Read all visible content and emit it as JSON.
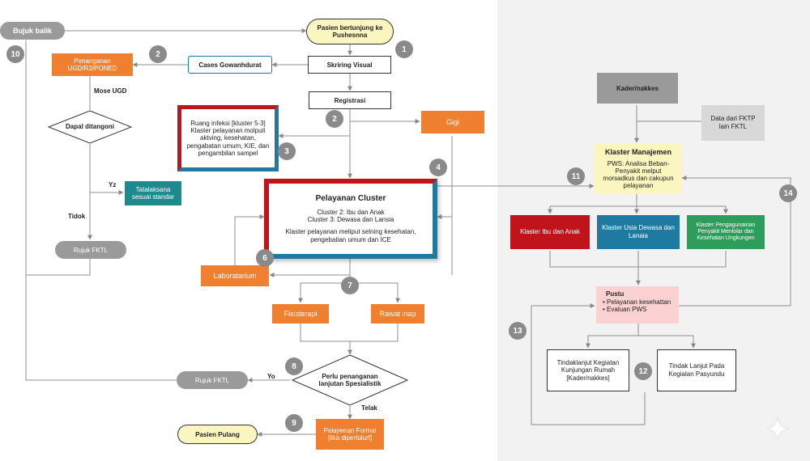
{
  "nodes": {
    "bujuk_balik": "Bujuk balik",
    "pasien_berkunjung": "Pasien bertunjung ke Pushesnna",
    "skrining_visual": "Skriring Visual",
    "cases_gawat": "Cases Gowanhdurat",
    "penanganan_ugd": "Penanganan UGD/R2/PONED",
    "registrasi": "Registrasi",
    "gigi": "Gigi",
    "ruang_infeksi": "Ruang infeksi [kluster 5-3] Klaster pelayanan molpuit aktving, kesehatan, pengabatan umum, KIE, dan pengambilan sampel",
    "dapat_ditangani": "Dapal ditangoni",
    "tatalaksana": "Tatalaksana sesuai standar",
    "rujuk_fktl_1": "Rujuk FKTL",
    "pelayanan_cluster_title": "Pelayanan Cluster",
    "pelayanan_cluster_l1": "Cluster 2: Ibu dan Anak",
    "pelayanan_cluster_l2": "Cluster 3: Dewasa dan Lansia",
    "pelayanan_cluster_l3": "Klaster pelayanan meliput selning kesehatan, pengebatian umum dan ICE",
    "laboratorium": "Laboratarium",
    "fisioterapi": "Fisisterapi",
    "rawat_inap": "Rawat inap",
    "rujuk_fktl_2": "Rujuk FKTL",
    "perlu_penanganan": "Perlu penanganan lanjutan Spesialistik",
    "pasien_pulang": "Pasien Pulang",
    "pelayanan_formal": "Pelayenan Formal [lika dipertulurf]",
    "kader": "Kader/nakkes",
    "data_dari": "Data dari FKTP lain FKTL",
    "klaster_manajemen_title": "Klaster Manajemen",
    "klaster_manajemen_body": "PWS: Analisa Beban-Penyakit melput morsadkus dan cakupun pelayanan",
    "klaster_ibu": "Klaster Ibu dan Anak",
    "klaster_dewasa": "Klaster Usia Dewasa dan Lanaia",
    "klaster_penyakit": "Klaster Pengagunainan Penyakit Menlolar dan Kesehatan Ungkungen",
    "pustu_title": "Pustu",
    "pustu_item1": "Pelayanan kesehattan",
    "pustu_item2": "Evaluan PWS",
    "tindaklanjut_kunjungan": "Tindaklanjut Kegiatan Kunjungan Rumah [Kader/nakkes]",
    "tindak_lanjut_posyandu": "Tindak Lanjut Pada Kegialan Pasyundu"
  },
  "labels": {
    "mose_ugd": "Mose UGD",
    "yz": "Yz",
    "tidok": "Tidok",
    "yo": "Yo",
    "telak": "Telak"
  },
  "step_numbers": {
    "n1": "1",
    "n2a": "2",
    "n2b": "2",
    "n3": "3",
    "n4": "4",
    "n6": "6",
    "n7": "7",
    "n8": "8",
    "n9": "9",
    "n10": "10",
    "n11": "11",
    "n12": "12",
    "n13": "13",
    "n14": "14"
  },
  "colors": {
    "orange": "#f07f30",
    "red": "#c0141c",
    "blue": "#1e7aa0",
    "teal": "#1f8a8e",
    "green": "#2e9c5a",
    "grey": "#8a8a8a",
    "pale_yellow": "#fbf6bf",
    "pale_pink": "#fbd1d2"
  },
  "icons": {
    "corner": "sparkle-icon"
  }
}
